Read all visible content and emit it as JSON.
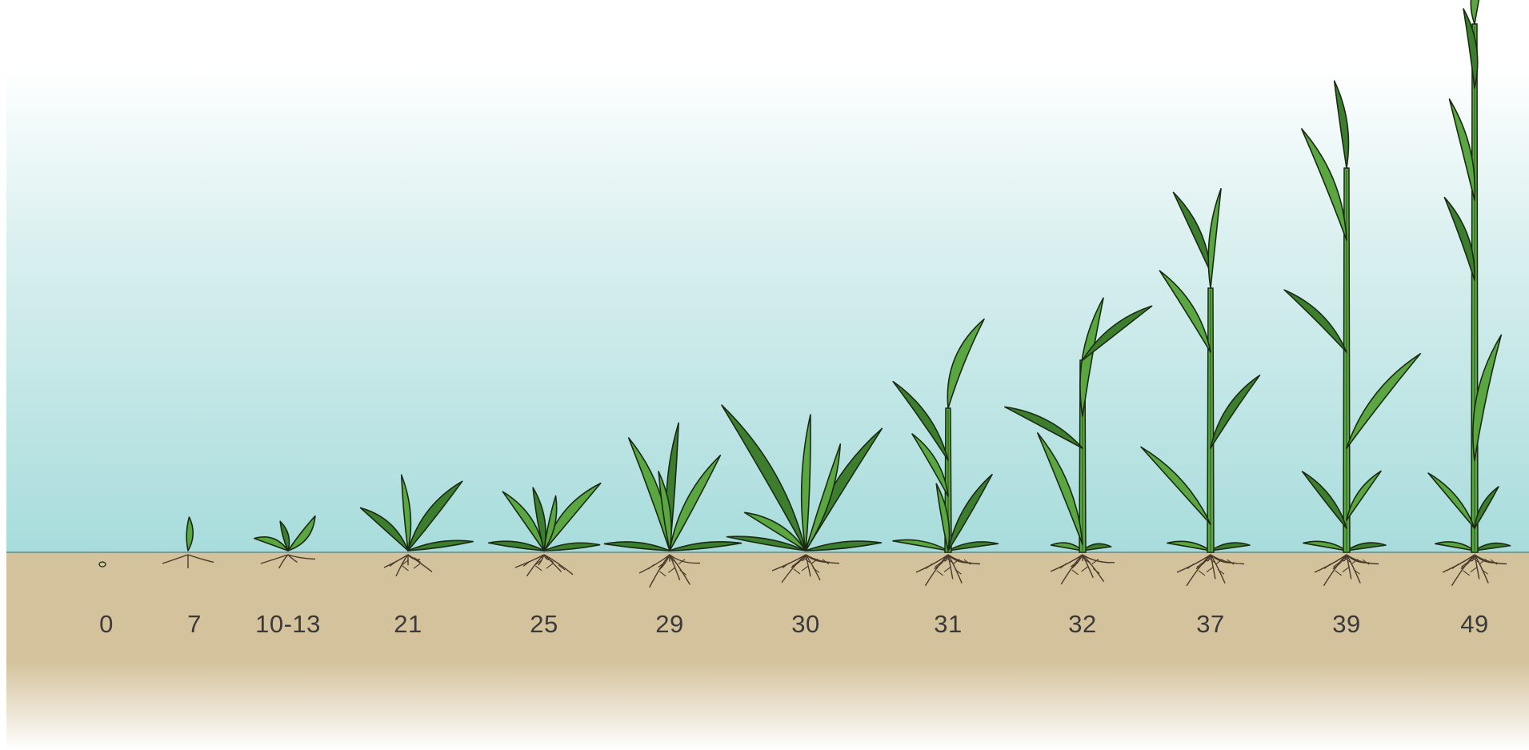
{
  "colors": {
    "sky_top": "#ffffff",
    "sky_bottom": "#a8dcdc",
    "soil": "#d4c29c",
    "soil_bottom": "#ffffff",
    "leaf_light": "#5aa640",
    "leaf_dark": "#3c7d2e",
    "outline": "#1a2a12",
    "root": "#4a3a2a",
    "label": "#3a3a3a"
  },
  "stages": [
    {
      "label": "0",
      "code": 0
    },
    {
      "label": "7",
      "code": 7
    },
    {
      "label": "10-13",
      "code": 10
    },
    {
      "label": "21",
      "code": 21
    },
    {
      "label": "25",
      "code": 25
    },
    {
      "label": "29",
      "code": 29
    },
    {
      "label": "30",
      "code": 30
    },
    {
      "label": "31",
      "code": 31
    },
    {
      "label": "32",
      "code": 32
    },
    {
      "label": "37",
      "code": 37
    },
    {
      "label": "39",
      "code": 39
    },
    {
      "label": "49",
      "code": 49
    }
  ]
}
